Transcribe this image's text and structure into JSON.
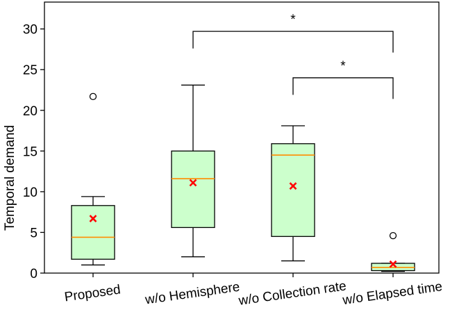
{
  "chart_data": {
    "type": "box",
    "title": "",
    "xlabel": "",
    "ylabel": "Temporal demand",
    "ylim": [
      0,
      33.3
    ],
    "yticks": [
      0,
      5,
      10,
      15,
      20,
      25,
      30
    ],
    "grid": false,
    "categories": [
      "Proposed",
      "w/o Hemisphere",
      "w/o Collection rate",
      "w/o Elapsed time"
    ],
    "boxes": [
      {
        "whisker_low": 1.0,
        "q1": 1.7,
        "median": 4.4,
        "q3": 8.3,
        "whisker_high": 9.4,
        "mean": 6.7,
        "outliers": [
          21.7
        ]
      },
      {
        "whisker_low": 2.0,
        "q1": 5.6,
        "median": 11.6,
        "q3": 15.0,
        "whisker_high": 23.1,
        "mean": 11.1,
        "outliers": []
      },
      {
        "whisker_low": 1.5,
        "q1": 4.5,
        "median": 14.5,
        "q3": 15.9,
        "whisker_high": 18.1,
        "mean": 10.7,
        "outliers": []
      },
      {
        "whisker_low": 0.2,
        "q1": 0.3,
        "median": 0.7,
        "q3": 1.2,
        "whisker_high": 1.2,
        "mean": 1.1,
        "outliers": [
          4.6
        ]
      }
    ],
    "significance": [
      {
        "from": 1,
        "to": 3,
        "level": 29.7,
        "label": "*"
      },
      {
        "from": 2,
        "to": 3,
        "level": 24.0,
        "label": "*"
      }
    ],
    "colors": {
      "box_fill": "#ccffcc",
      "median": "#ff8c00",
      "mean_marker": "#ff0000",
      "stroke": "#000000"
    }
  }
}
